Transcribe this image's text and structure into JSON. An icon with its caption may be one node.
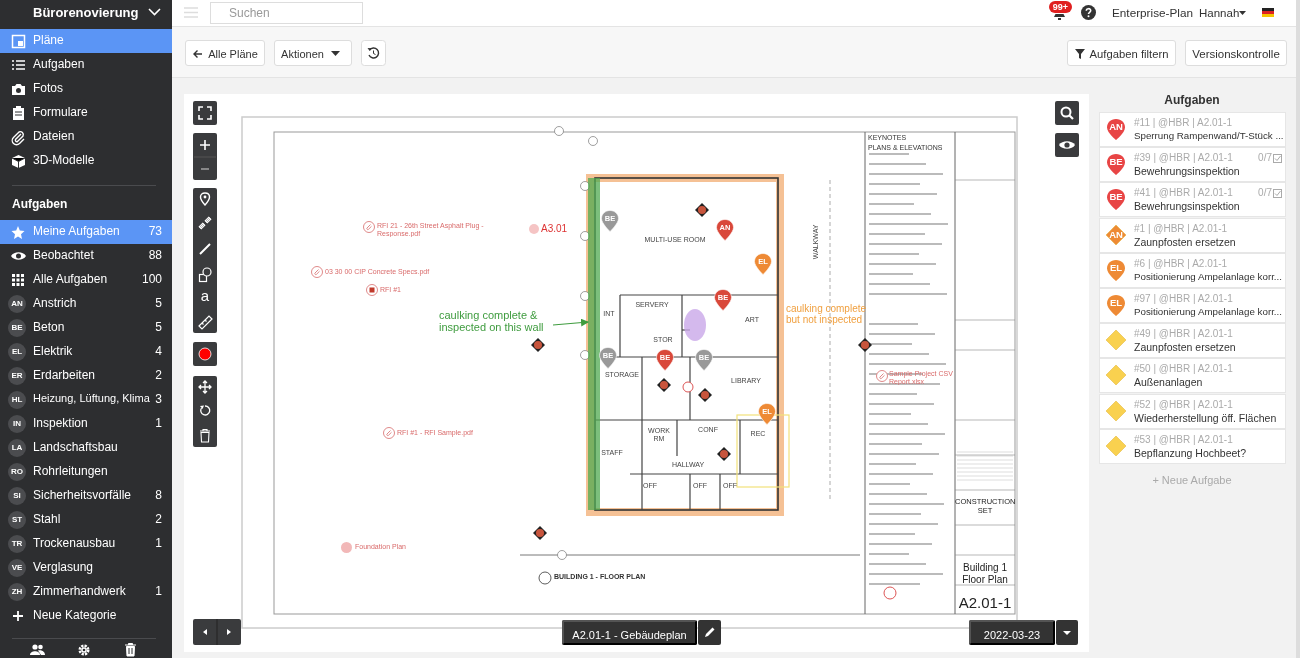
{
  "diagram": {
    "nodes": [
      {
        "text": [
          "caulking complete & inspected on this wall"
        ]
      },
      {
        "text": [],
        "shape": "bar"
      }
    ],
    "edges": [
      {
        "from": 0,
        "to": 1,
        "arrow": "to"
      }
    ],
    "labels": [
      "Bürorenovierung",
      "Pläne",
      "Aufgaben",
      "Fotos",
      "Formulare",
      "Dateien",
      "3D-Modelle",
      "Aufgaben",
      "Meine Aufgaben",
      "73",
      "Beobachtet",
      "88",
      "Alle Aufgaben",
      "100",
      "AN",
      "Anstrich",
      "5",
      "BE",
      "Beton",
      "5",
      "EL",
      "Elektrik",
      "4",
      "ER",
      "Erdarbeiten",
      "2",
      "HL",
      "Heizung, Lüftung, Klima",
      "3",
      "IN",
      "Inspektion",
      "1",
      "LA",
      "Landschaftsbau",
      "RO",
      "Rohrleitungen",
      "SI",
      "Sicherheitsvorfälle",
      "8",
      "ST",
      "Stahl",
      "2",
      "TR",
      "Trockenausbau",
      "1",
      "VE",
      "Verglasung",
      "ZH",
      "Zimmerhandwerk",
      "1",
      "Neue Kategorie",
      "Suchen",
      "99+",
      "Enterprise-Plan",
      "Hannah",
      "Alle Pläne",
      "Aktionen",
      "Aufgaben filtern",
      "Versionskontrolle",
      "Aufgaben",
      "AN",
      "#11 | @HBR | A2.01-1",
      "Sperrung Rampenwand/T-Stück ...",
      "BE",
      "#39 | @HBR | A2.01-1",
      "0/7",
      "Bewehrungsinspektion",
      "BE",
      "#41 | @HBR | A2.01-1",
      "0/7",
      "Bewehrungsinspektion",
      "AN",
      "#1 | @HBR | A2.01-1",
      "Zaunpfosten ersetzen",
      "EL",
      "#6 | @HBR | A2.01-1",
      "Positionierung Ampelanlage korr...",
      "EL",
      "#97 | @HBR | A2.01-1",
      "Positionierung Ampelanlage korr...",
      "#49 | @HBR | A2.01-1",
      "Zaunpfosten ersetzen",
      "#50 | @HBR | A2.01-1",
      "Außenanlagen",
      "#52 | @HBR | A2.01-1",
      "Wiederherstellung öff. Flächen",
      "#53 | @HBR | A2.01-1",
      "Bepflanzung Hochbeet?",
      "+ Neue Aufgabe",
      "A2.01-1 - Gebäudeplan",
      "2022-03-23",
      "RFI 21 - 26th Street Asphalt Plug - Response.pdf",
      "03 30 00 CIP Concrete Specs.pdf",
      "RFI #1",
      "RFI #1 - RFI Sample.pdf",
      "Foundation Plan",
      "A3.01",
      "MULTI-USE ROOM",
      "WALKWAY",
      "INT",
      "SERVERY",
      "ART",
      "STOR",
      "STORAGE",
      "LIBRARY",
      "WORK RM",
      "CONF",
      "REC",
      "STAFF",
      "HALLWAY",
      "OFF",
      "OFF",
      "OFF",
      "caulking complete but not inspected",
      "BUILDING 1 - FLOOR PLAN",
      "KEYNOTES",
      "PLANS & ELEVATIONS",
      "Sample Project CSV Report.xlsx",
      "CONSTRUCTION SET",
      "Building 1 Floor Plan",
      "A2.01-1",
      "BE",
      "AN",
      "EL",
      "BE",
      "BE",
      "BE",
      "BE",
      "EL",
      "a"
    ]
  }
}
